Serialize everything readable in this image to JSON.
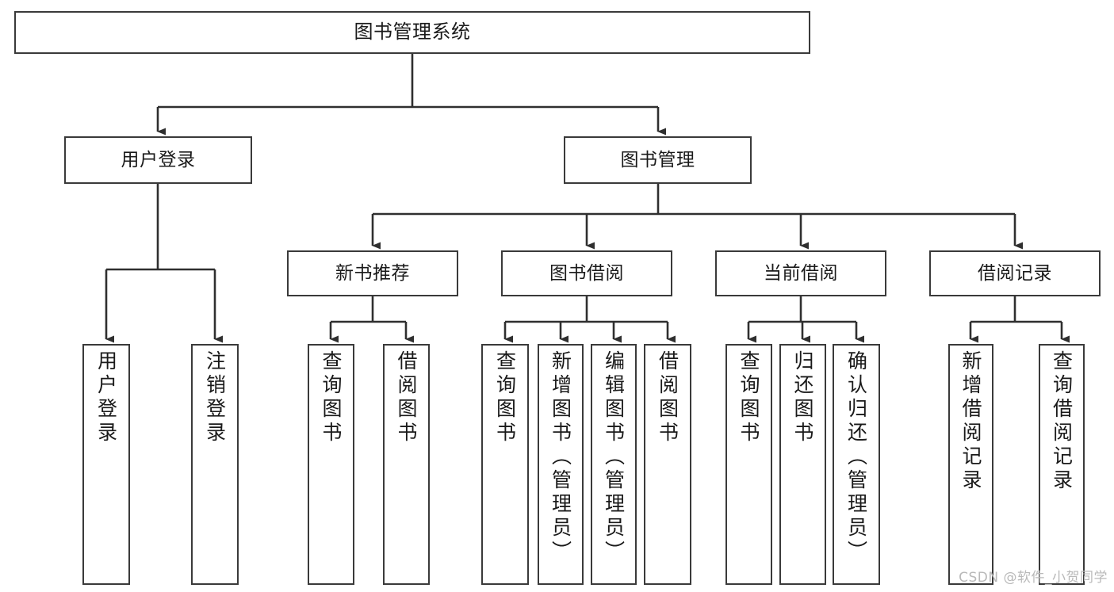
{
  "diagram": {
    "title": "图书管理系统",
    "type": "tree-hierarchy-diagram",
    "colors": {
      "stroke": "#3a3a3a",
      "fill": "#ffffff",
      "text": "#1a1a1a",
      "watermark": "#b9b9b9"
    },
    "levels": {
      "root": {
        "label": "图书管理系统"
      },
      "level2": [
        {
          "label": "用户登录"
        },
        {
          "label": "图书管理"
        }
      ],
      "level3": [
        {
          "label": "新书推荐"
        },
        {
          "label": "图书借阅"
        },
        {
          "label": "当前借阅"
        },
        {
          "label": "借阅记录"
        }
      ],
      "level4": [
        {
          "label": "用户登录"
        },
        {
          "label": "注销登录"
        },
        {
          "label": "查询图书"
        },
        {
          "label": "借阅图书"
        },
        {
          "label": "查询图书"
        },
        {
          "label": "新增图书（管理员）"
        },
        {
          "label": "编辑图书（管理员）"
        },
        {
          "label": "借阅图书"
        },
        {
          "label": "查询图书"
        },
        {
          "label": "归还图书"
        },
        {
          "label": "确认归还（管理员）"
        },
        {
          "label": "新增借阅记录"
        },
        {
          "label": "查询借阅记录"
        }
      ]
    }
  },
  "watermark": {
    "text": "CSDN @软件_小贺同学"
  }
}
